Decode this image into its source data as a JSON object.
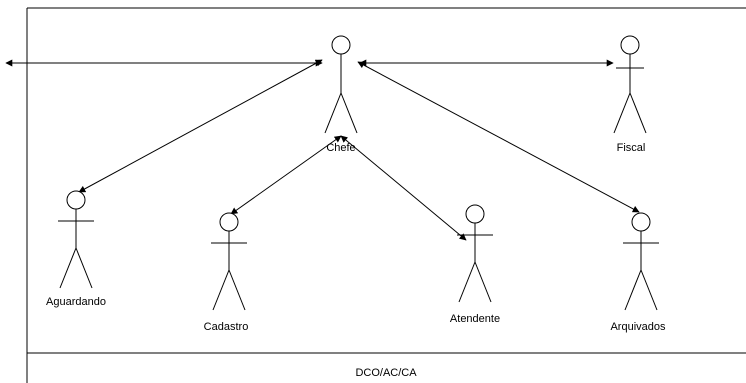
{
  "diagram": {
    "actors": [
      {
        "id": "chefe",
        "label": "Chefe"
      },
      {
        "id": "fiscal",
        "label": "Fiscal"
      },
      {
        "id": "aguardando",
        "label": "Aguardando"
      },
      {
        "id": "cadastro",
        "label": "Cadastro"
      },
      {
        "id": "atendente",
        "label": "Atendente"
      },
      {
        "id": "arquivados",
        "label": "Arquivados"
      }
    ],
    "connections": [
      {
        "from": "outside-left",
        "to": "chefe",
        "direction": "both"
      },
      {
        "from": "chefe",
        "to": "fiscal",
        "direction": "both"
      },
      {
        "from": "chefe",
        "to": "aguardando",
        "direction": "both"
      },
      {
        "from": "chefe",
        "to": "cadastro",
        "direction": "both"
      },
      {
        "from": "chefe",
        "to": "atendente",
        "direction": "both"
      },
      {
        "from": "chefe",
        "to": "arquivados",
        "direction": "both"
      }
    ],
    "footer_label": "DCO/AC/CA"
  }
}
